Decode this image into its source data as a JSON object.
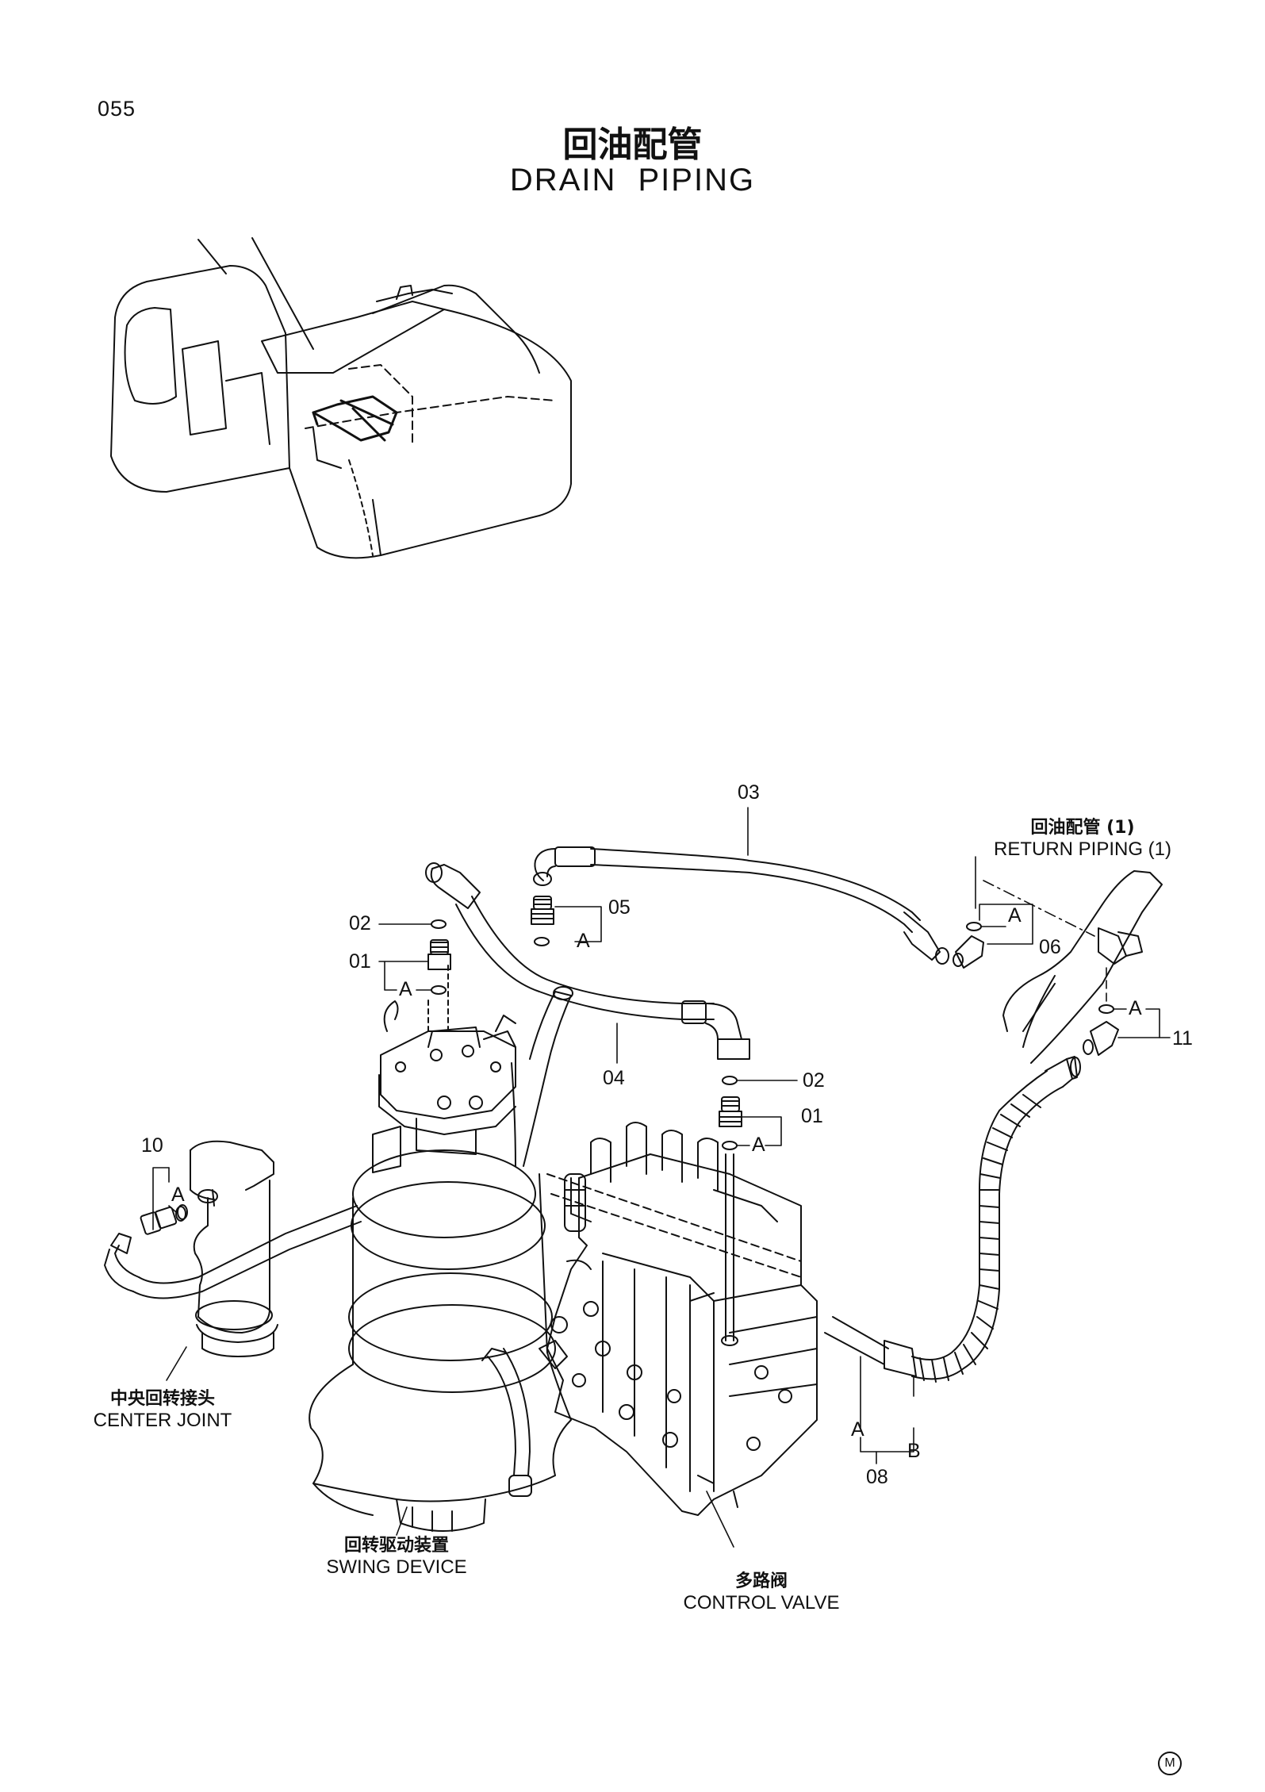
{
  "page": {
    "number": "055"
  },
  "title": {
    "chinese": "回油配管",
    "english": "DRAIN PIPING"
  },
  "callouts": [
    "01",
    "01",
    "02",
    "02",
    "03",
    "04",
    "05",
    "06",
    "08",
    "10",
    "11"
  ],
  "connection_marks": [
    "A",
    "A",
    "A",
    "A",
    "A",
    "A",
    "A",
    "B"
  ],
  "components": {
    "return_piping": {
      "cn": "回油配管 (1)",
      "en": "RETURN PIPING (1)"
    },
    "center_joint": {
      "cn": "中央回转接头",
      "en": "CENTER JOINT"
    },
    "swing_device": {
      "cn": "回转驱动装置",
      "en": "SWING DEVICE"
    },
    "control_valve": {
      "cn": "多路阀",
      "en": "CONTROL VALVE"
    }
  },
  "footer": {
    "mark": "M"
  }
}
